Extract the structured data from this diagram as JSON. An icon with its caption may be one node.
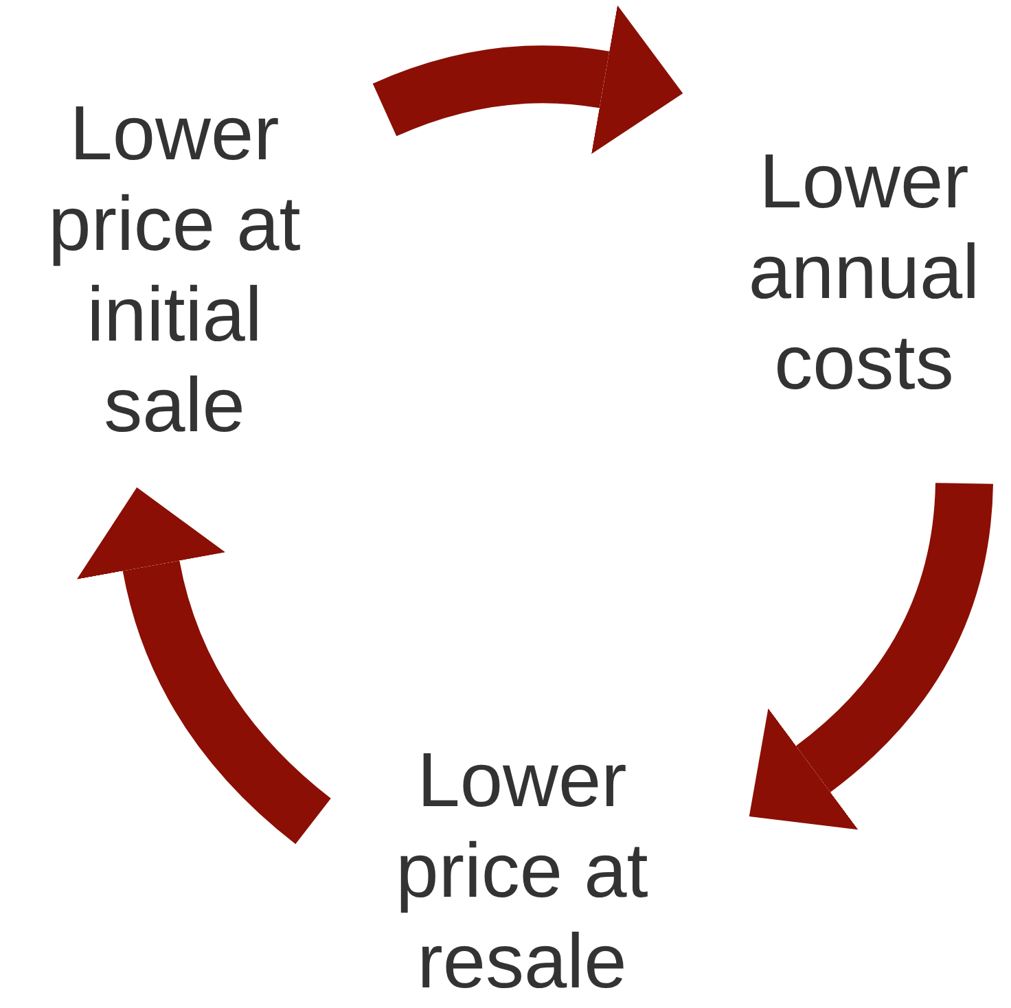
{
  "diagram": {
    "nodes": [
      {
        "text": [
          "Lower price at initial sale"
        ]
      },
      {
        "text": [
          "Lower annual costs"
        ]
      },
      {
        "text": [
          "Lower price at resale"
        ]
      }
    ],
    "edges": [
      {
        "from": 0,
        "to": 1,
        "arrow": "to"
      },
      {
        "from": 1,
        "to": 2,
        "arrow": "to"
      },
      {
        "from": 2,
        "to": 0,
        "arrow": "to"
      }
    ]
  }
}
